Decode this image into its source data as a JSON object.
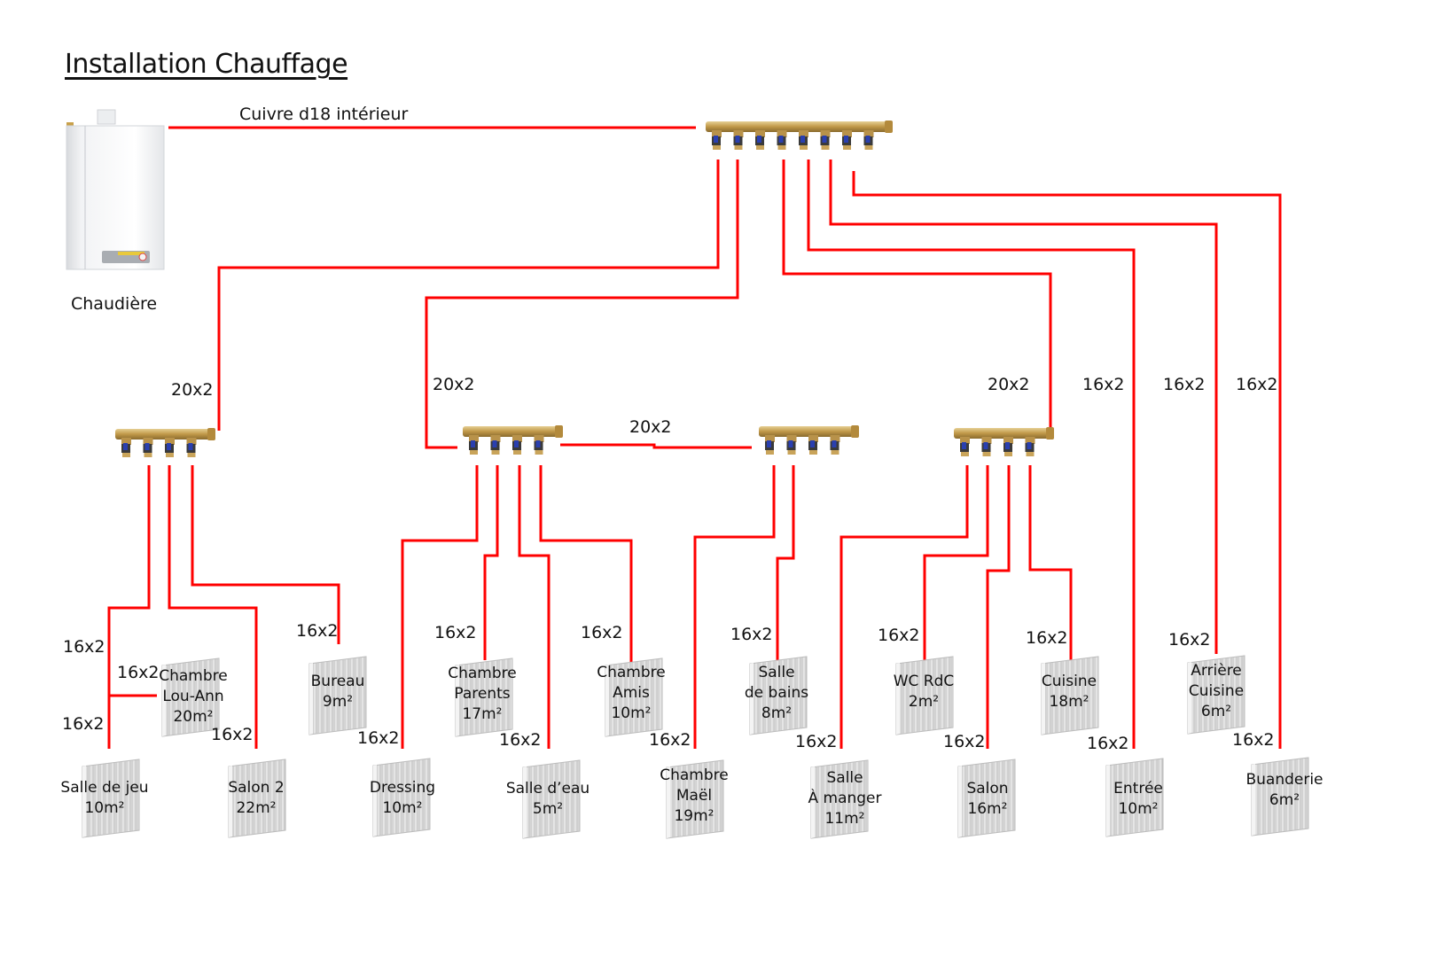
{
  "title": "Installation Chauffage",
  "boiler": {
    "label": "Chaudière",
    "icon": "boiler-icon"
  },
  "main_pipe_label": "Cuivre d18 intérieur",
  "pipe_color": "#ff0000",
  "brass_color": "#c9a45a",
  "valve_color": "#2a3fb0",
  "main_manifold": {
    "outlets": 8,
    "icon": "manifold-icon"
  },
  "sub_manifolds": [
    {
      "id": "A",
      "outlets": 4,
      "feed_label": "20x2"
    },
    {
      "id": "B",
      "outlets": 4,
      "feed_label": "20x2"
    },
    {
      "id": "C",
      "outlets": 4,
      "feed_label": "20x2"
    },
    {
      "id": "D",
      "outlets": 4,
      "feed_label": "20x2"
    }
  ],
  "direct_line_labels": [
    "16x2",
    "16x2",
    "16x2"
  ],
  "radiators": [
    {
      "name": "Chambre\nLou-Ann",
      "area": "20m²",
      "pipe": "16x2",
      "manifold": "A"
    },
    {
      "name": "Bureau",
      "area": "9m²",
      "pipe": "16x2",
      "manifold": "A"
    },
    {
      "name": "Salle de jeu",
      "area": "10m²",
      "pipe": "16x2",
      "manifold": "A"
    },
    {
      "name": "Salon 2",
      "area": "22m²",
      "pipe": "16x2",
      "manifold": "A"
    },
    {
      "name": "Chambre\nParents",
      "area": "17m²",
      "pipe": "16x2",
      "manifold": "B"
    },
    {
      "name": "Chambre\nAmis",
      "area": "10m²",
      "pipe": "16x2",
      "manifold": "B"
    },
    {
      "name": "Dressing",
      "area": "10m²",
      "pipe": "16x2",
      "manifold": "B"
    },
    {
      "name": "Salle d’eau",
      "area": "5m²",
      "pipe": "16x2",
      "manifold": "B"
    },
    {
      "name": "Salle\nde bains",
      "area": "8m²",
      "pipe": "16x2",
      "manifold": "C"
    },
    {
      "name": "Chambre\nMaël",
      "area": "19m²",
      "pipe": "16x2",
      "manifold": "C"
    },
    {
      "name": "WC RdC",
      "area": "2m²",
      "pipe": "16x2",
      "manifold": "D"
    },
    {
      "name": "Cuisine",
      "area": "18m²",
      "pipe": "16x2",
      "manifold": "D"
    },
    {
      "name": "Salle\nÀ manger",
      "area": "11m²",
      "pipe": "16x2",
      "manifold": "D"
    },
    {
      "name": "Salon",
      "area": "16m²",
      "pipe": "16x2",
      "manifold": "D"
    },
    {
      "name": "Entrée",
      "area": "10m²",
      "pipe": "16x2",
      "manifold": "main"
    },
    {
      "name": "Arrière\nCuisine",
      "area": "6m²",
      "pipe": "16x2",
      "manifold": "main"
    },
    {
      "name": "Buanderie",
      "area": "6m²",
      "pipe": "16x2",
      "manifold": "main"
    }
  ],
  "lone_pipe_label": "16x2"
}
